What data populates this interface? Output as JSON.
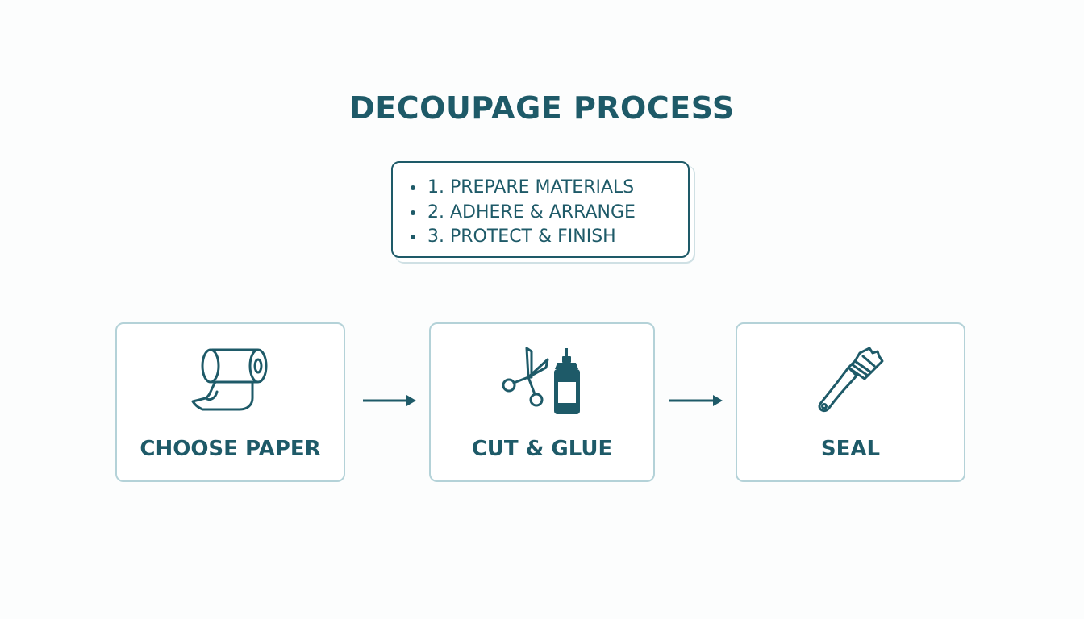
{
  "title": "DECOUPAGE PROCESS",
  "summary": {
    "items": [
      "1. PREPARE MATERIALS",
      "2. ADHERE & ARRANGE",
      "3. PROTECT & FINISH"
    ]
  },
  "steps": [
    {
      "label": "CHOOSE PAPER",
      "icon": "paper-roll-icon"
    },
    {
      "label": "CUT & GLUE",
      "icon": "scissors-glue-icon"
    },
    {
      "label": "SEAL",
      "icon": "paintbrush-icon"
    }
  ],
  "colors": {
    "primary": "#1e5a68",
    "card_border": "#b4d2d8",
    "background": "#fcfdfd"
  }
}
